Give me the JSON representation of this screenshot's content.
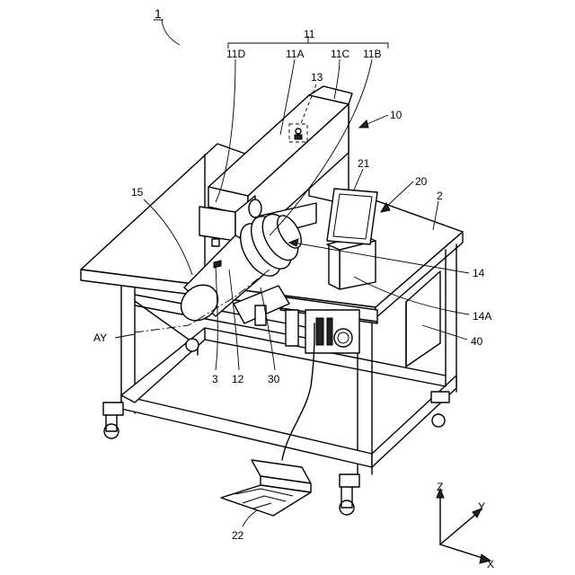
{
  "labels": {
    "assembly": "1",
    "head_group": "11",
    "head_d": "11D",
    "head_a": "11A",
    "head_c": "11C",
    "head_b": "11B",
    "sensor": "13",
    "machine": "10",
    "panel": "21",
    "operation_unit": "20",
    "table": "2",
    "cylinder": "15",
    "stage": "14",
    "stage_sub": "14A",
    "axis": "AY",
    "cabinet": "40",
    "part_3": "3",
    "part_12": "12",
    "part_30": "30",
    "pedal": "22",
    "z_axis": "Z",
    "y_axis": "Y",
    "x_axis": "X"
  }
}
